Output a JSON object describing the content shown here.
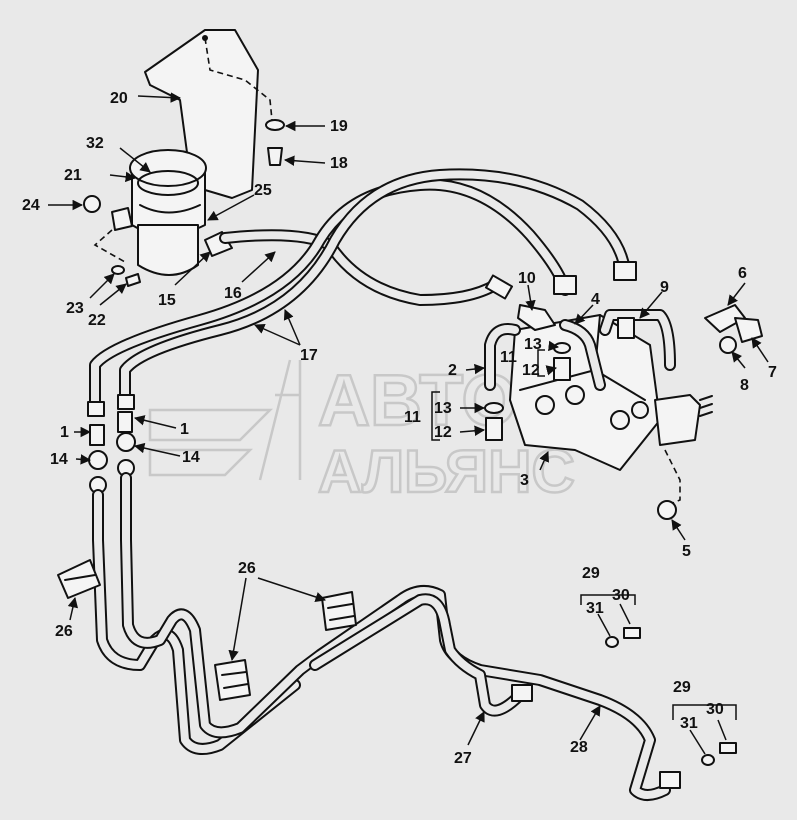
{
  "watermark": {
    "line1": "АВТО",
    "line2": "АЛЬЯНС"
  },
  "callouts": {
    "c1a": "1",
    "c1b": "1",
    "c2": "2",
    "c3": "3",
    "c4": "4",
    "c5": "5",
    "c6": "6",
    "c7": "7",
    "c8": "8",
    "c9": "9",
    "c10": "10",
    "c11a": "11",
    "c11b": "11",
    "c12a": "12",
    "c12b": "12",
    "c13a": "13",
    "c13b": "13",
    "c14a": "14",
    "c14b": "14",
    "c15": "15",
    "c16": "16",
    "c17": "17",
    "c18": "18",
    "c19": "19",
    "c20": "20",
    "c21": "21",
    "c22": "22",
    "c23": "23",
    "c24": "24",
    "c25": "25",
    "c26a": "26",
    "c26b": "26",
    "c27": "27",
    "c28": "28",
    "c29a": "29",
    "c29b": "29",
    "c30a": "30",
    "c30b": "30",
    "c31a": "31",
    "c31b": "31",
    "c32": "32"
  }
}
